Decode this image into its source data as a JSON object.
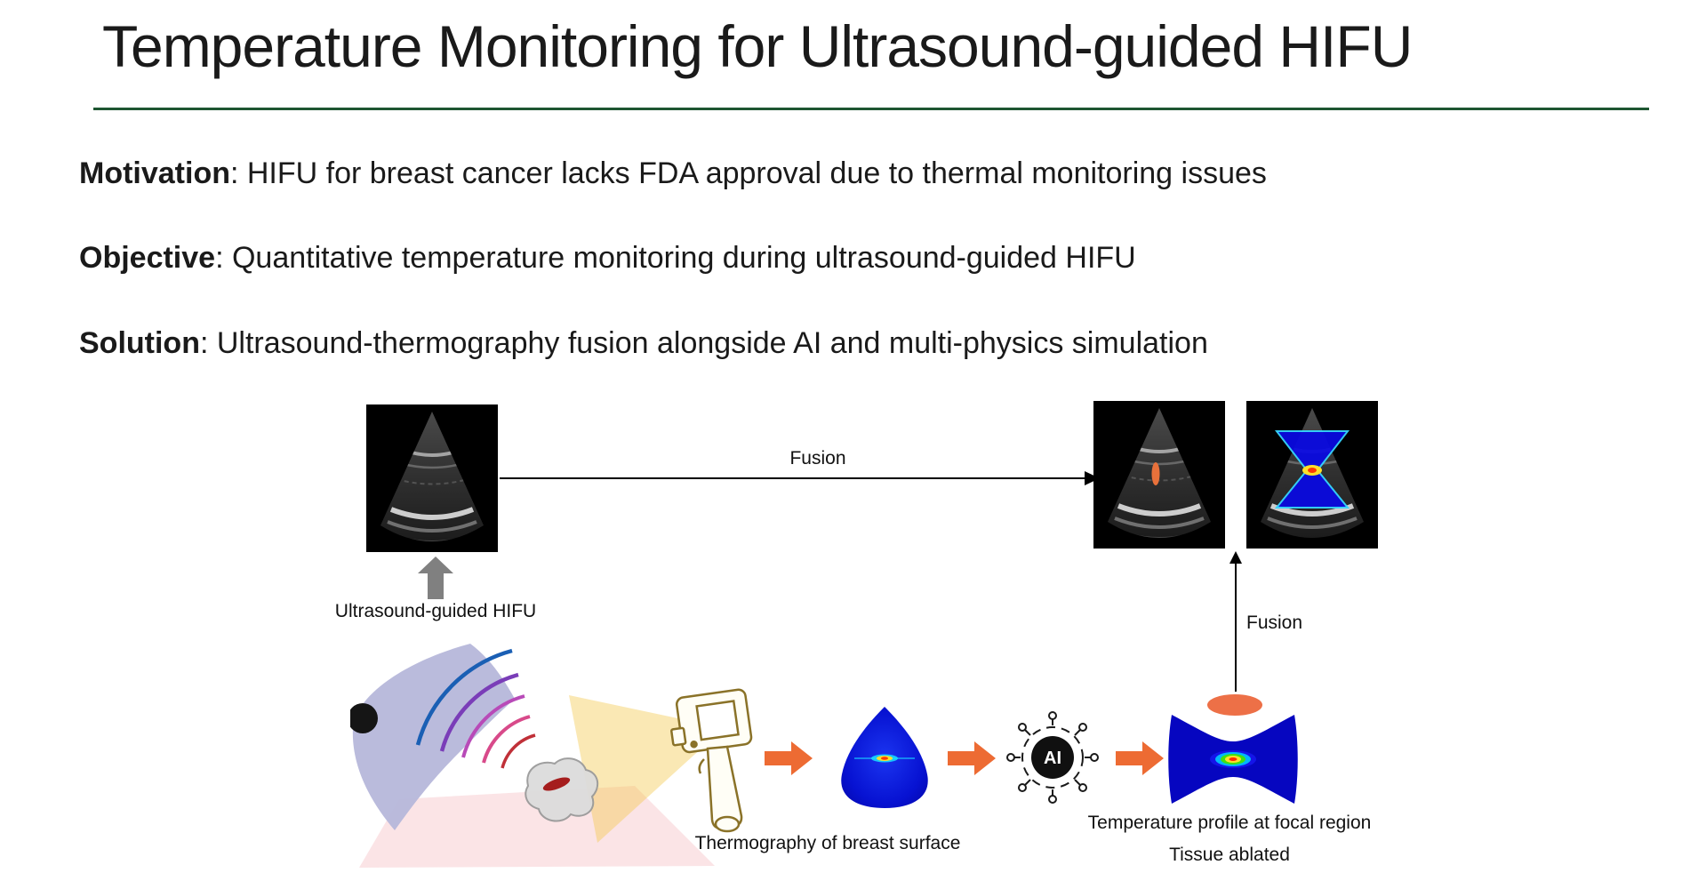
{
  "slide": {
    "title": "Temperature Monitoring for Ultrasound-guided HIFU",
    "accent_color": "#1E5631",
    "bullets": [
      {
        "label": "Motivation",
        "text": ": HIFU for breast cancer lacks FDA approval due to thermal monitoring issues"
      },
      {
        "label": "Objective",
        "text": ": Quantitative temperature monitoring during ultrasound-guided HIFU"
      },
      {
        "label": "Solution",
        "text": ": Ultrasound-thermography fusion alongside AI and multi-physics simulation"
      }
    ]
  },
  "diagram": {
    "fusion_top_label": "Fusion",
    "fusion_right_label": "Fusion",
    "ultrasound_hifu_label": "Ultrasound-guided HIFU",
    "thermography_label": "Thermography of breast surface",
    "temperature_profile_label": "Temperature profile at focal region",
    "tissue_ablated_label": "Tissue ablated",
    "ai_icon_label": "AI",
    "colors": {
      "arrow_orange": "#ED6B33",
      "arrow_gray": "#808080",
      "ablated_orange": "#ED7047",
      "thermal_blue": "#0A0AE0"
    }
  }
}
